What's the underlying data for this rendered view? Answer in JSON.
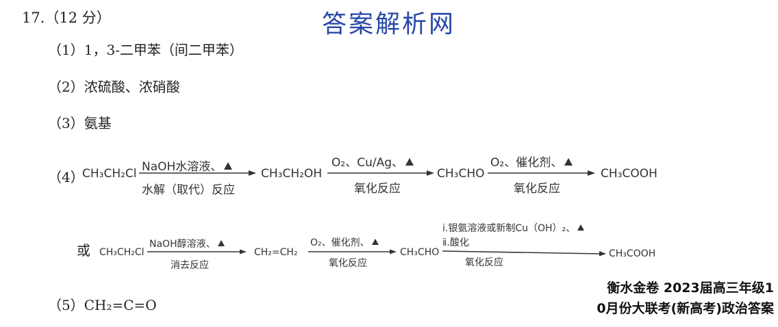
{
  "question": {
    "title": "17.（12 分）",
    "brand": "答案解析网"
  },
  "answers": {
    "a1": "（1）1，3-二甲苯（间二甲苯）",
    "a2": "（2）浓硫酸、浓硝酸",
    "a3": "（3）氨基",
    "a4_label": "（4）",
    "a5": "（5）CH₂=C=O"
  },
  "route1": {
    "s1": "CH₃CH₂Cl",
    "r1_above": "NaOH水溶液、",
    "r1_below": "水解（取代）反应",
    "s2": "CH₃CH₂OH",
    "r2_above": "O₂、Cu/Ag、",
    "r2_below": "氧化反应",
    "s3": "CH₃CHO",
    "r3_above": "O₂、催化剂、",
    "r3_below": "氧化反应",
    "s4": "CH₃COOH"
  },
  "route2": {
    "or": "或",
    "s1": "CH₃CH₂Cl",
    "r1_above": "NaOH醇溶液、",
    "r1_below": "消去反应",
    "s2": "CH₂=CH₂",
    "r2_above": "O₂、催化剂、",
    "r2_below": "氧化反应",
    "s3": "CH₃CHO",
    "r3_above_1": "ⅰ.银氨溶液或新制Cu（OH）₂、",
    "r3_above_2": "ⅱ.酸化",
    "r3_below": "氧化反应",
    "s4": "CH₃COOH"
  },
  "watermark": {
    "line1": "衡水金卷 2023届高三年级1",
    "line2": "0月份大联考(新高考)政治答案"
  }
}
